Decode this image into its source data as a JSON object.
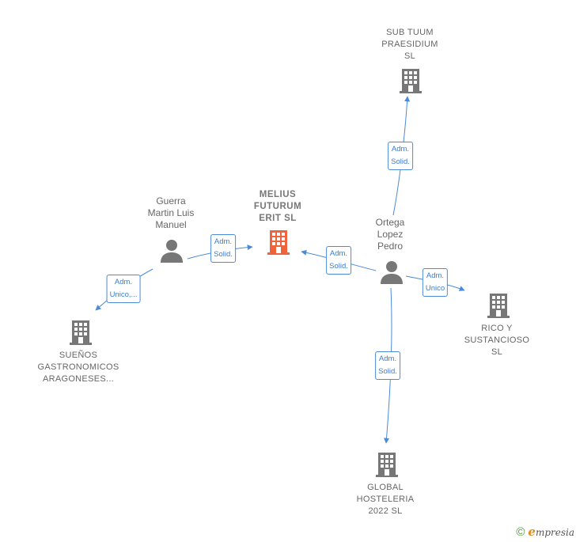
{
  "nodes": {
    "melius": {
      "label": "MELIUS\nFUTURUM\nERIT  SL",
      "kind": "company",
      "main": true
    },
    "sub_tuum": {
      "label": "SUB TUUM\nPRAESIDIUM\nSL",
      "kind": "company"
    },
    "guerra": {
      "label": "Guerra\nMartin Luis\nManuel",
      "kind": "person"
    },
    "ortega": {
      "label": "Ortega\nLopez\nPedro",
      "kind": "person"
    },
    "suenos": {
      "label": "SUEÑOS\nGASTRONOMICOS\nARAGONESES...",
      "kind": "company"
    },
    "rico": {
      "label": "RICO Y\nSUSTANCIOSO\nSL",
      "kind": "company"
    },
    "global": {
      "label": "GLOBAL\nHOSTELERIA\n2022  SL",
      "kind": "company"
    }
  },
  "edges": {
    "ortega_sub_tuum": "Adm.\nSolid.",
    "guerra_melius": "Adm.\nSolid.",
    "ortega_melius": "Adm.\nSolid.",
    "guerra_suenos": "Adm.\nUnico,...",
    "ortega_rico": "Adm.\nUnico",
    "ortega_global": "Adm.\nSolid."
  },
  "colors": {
    "edge": "#4a8ad6",
    "main_company_icon": "#f0643c",
    "company_icon": "#777777",
    "person_icon": "#777777"
  },
  "footer": {
    "copyright_symbol": "©",
    "brand_initial": "e",
    "brand_rest": "mpresia"
  }
}
